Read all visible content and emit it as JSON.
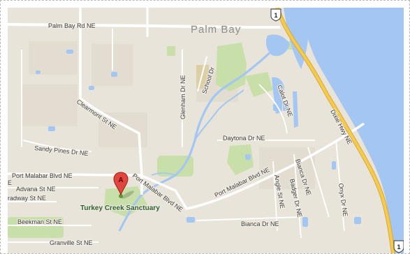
{
  "map": {
    "city_label": "Palm Bay",
    "poi_label": "Turkey Creek Sanctuary",
    "marker": {
      "label": "A"
    },
    "shields": {
      "top": "1",
      "bottom": "1"
    },
    "roads": {
      "palm_bay_rd": "Palm Bay Rd NE",
      "clearmont": "Clearmont St NE",
      "glenham": "Glenham Dr NE",
      "school": "School Dr",
      "calot": "Calot Dr NE",
      "dixie": "Dixie Hwy NE",
      "daytona": "Daytona Dr NE",
      "sandy_pines": "Sandy Pines Dr NE",
      "port_malabar_left": "Port Malabar Blvd NE",
      "port_malabar_diag": "Port Malabar Blvd NE",
      "port_malabar_right": "Port Malabar Blvd NE",
      "advana": "Advana St NE",
      "broadway": "radway St NE",
      "beekman": "Beekman St NE",
      "granville": "Granville St NE",
      "bianca_dr": "Bianca Dr NE",
      "bianca_dr_vert": "Bianca Dr NE",
      "angle": "Angle St NE",
      "badger": "Badger Dr NE",
      "onyx": "Onyx Dr NE",
      "edge_e": "E"
    },
    "colors": {
      "land": "#e9e4da",
      "water": "#a3c6f2",
      "park": "#c9dfa9",
      "highway": "#f4cb4d",
      "road": "#ffffff",
      "marker": "#e0463e"
    }
  }
}
